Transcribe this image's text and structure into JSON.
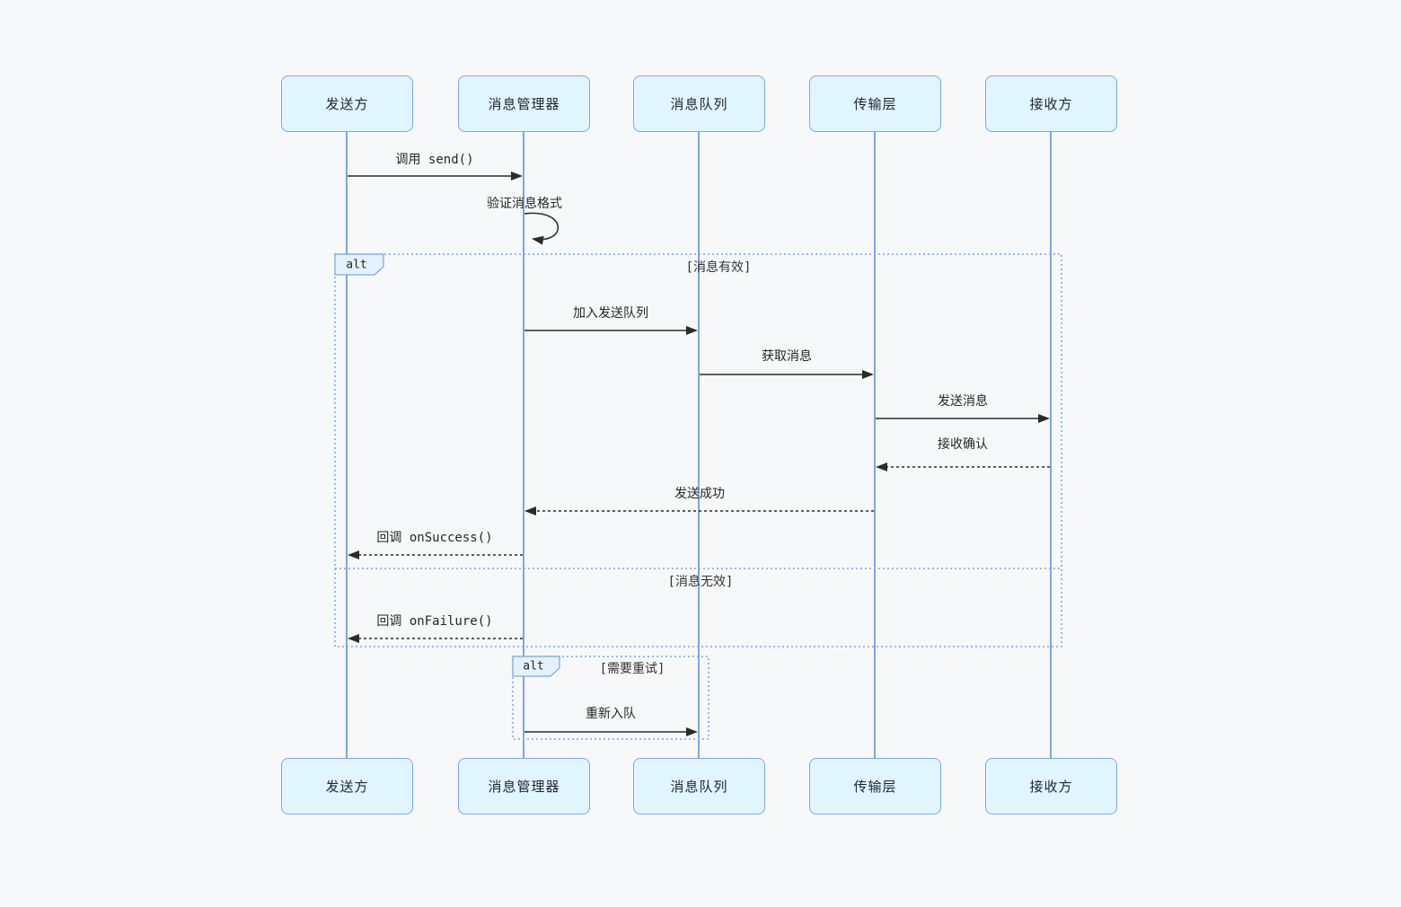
{
  "diagram": {
    "type": "sequence-diagram",
    "participants": [
      "发送方",
      "消息管理器",
      "消息队列",
      "传输层",
      "接收方"
    ],
    "messages": [
      {
        "label": "调用 send()",
        "from": "发送方",
        "to": "消息管理器",
        "style": "solid"
      },
      {
        "label": "验证消息格式",
        "from": "消息管理器",
        "to": "消息管理器",
        "style": "self"
      },
      {
        "label": "加入发送队列",
        "from": "消息管理器",
        "to": "消息队列",
        "style": "solid"
      },
      {
        "label": "获取消息",
        "from": "消息队列",
        "to": "传输层",
        "style": "solid"
      },
      {
        "label": "发送消息",
        "from": "传输层",
        "to": "接收方",
        "style": "solid"
      },
      {
        "label": "接收确认",
        "from": "接收方",
        "to": "传输层",
        "style": "dashed"
      },
      {
        "label": "发送成功",
        "from": "传输层",
        "to": "消息管理器",
        "style": "dashed"
      },
      {
        "label": "回调 onSuccess()",
        "from": "消息管理器",
        "to": "发送方",
        "style": "dashed"
      },
      {
        "label": "回调 onFailure()",
        "from": "消息管理器",
        "to": "发送方",
        "style": "dashed"
      },
      {
        "label": "重新入队",
        "from": "消息管理器",
        "to": "消息队列",
        "style": "solid"
      }
    ],
    "frames": [
      {
        "label": "alt",
        "conditions": [
          "[消息有效]",
          "[消息无效]"
        ]
      },
      {
        "label": "alt",
        "conditions": [
          "[需要重试]"
        ]
      }
    ],
    "colors": {
      "background": "#f7f8fa",
      "participant_fill": "#e1f5fe",
      "participant_border": "#7da6e8",
      "lifeline": "#7da6e8",
      "frame_border": "#86aef5",
      "arrow": "#2b2b2b"
    }
  }
}
